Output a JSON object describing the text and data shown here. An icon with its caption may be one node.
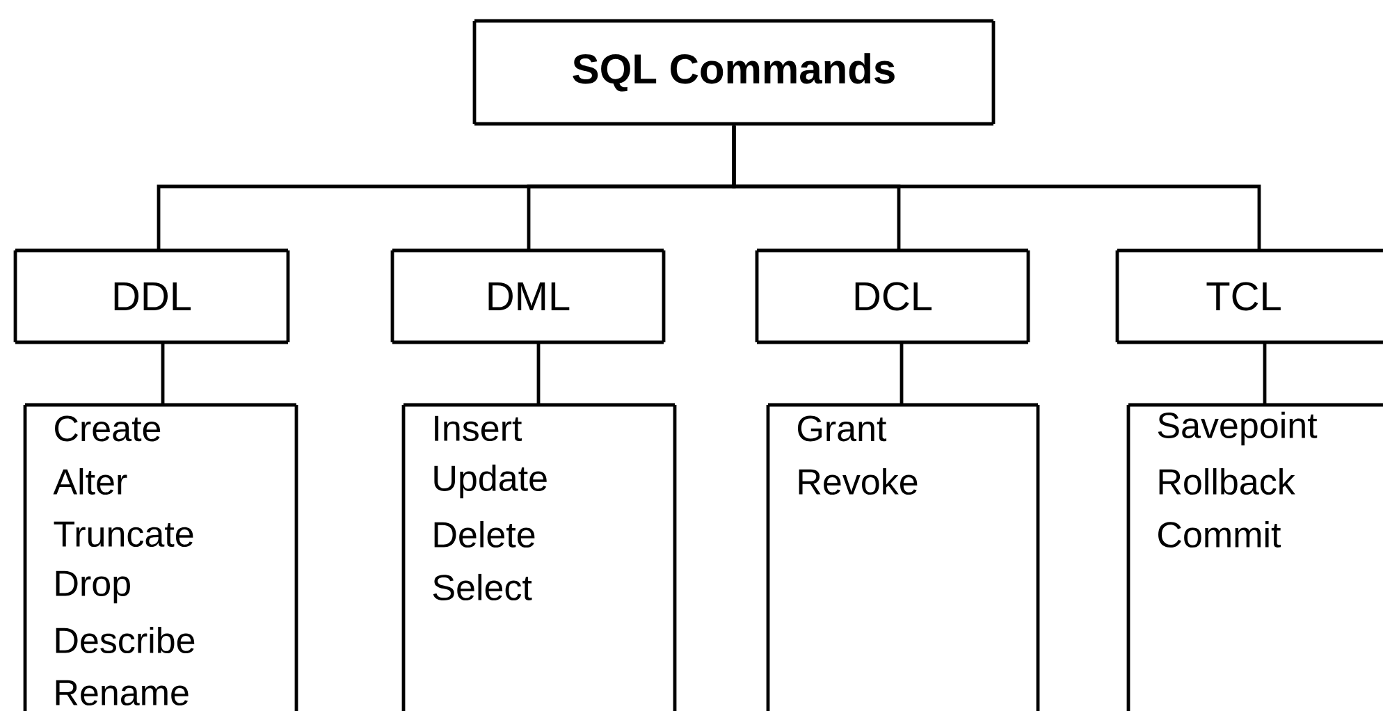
{
  "diagram": {
    "nodes": [
      {
        "text": [
          "SQL Commands"
        ]
      },
      {
        "text": [
          "DDL"
        ]
      },
      {
        "text": [
          "DML"
        ]
      },
      {
        "text": [
          "DCL"
        ]
      },
      {
        "text": [
          "TCL"
        ]
      },
      {
        "text": [
          "Create",
          "Alter",
          "Truncate",
          "Drop",
          "Describe",
          "Rename"
        ]
      },
      {
        "text": [
          "Insert",
          "Update",
          "Delete",
          "Select"
        ]
      },
      {
        "text": [
          "Grant",
          "Revoke"
        ]
      },
      {
        "text": [
          "Savepoint",
          "Rollback",
          "Commit"
        ]
      }
    ],
    "edges": [
      {
        "from": 0,
        "to": 1,
        "arrow": "none"
      },
      {
        "from": 0,
        "to": 2,
        "arrow": "none"
      },
      {
        "from": 0,
        "to": 3,
        "arrow": "none"
      },
      {
        "from": 0,
        "to": 4,
        "arrow": "none"
      },
      {
        "from": 1,
        "to": 5,
        "arrow": "none"
      },
      {
        "from": 2,
        "to": 6,
        "arrow": "none"
      },
      {
        "from": 3,
        "to": 7,
        "arrow": "none"
      },
      {
        "from": 4,
        "to": 8,
        "arrow": "none"
      }
    ]
  }
}
